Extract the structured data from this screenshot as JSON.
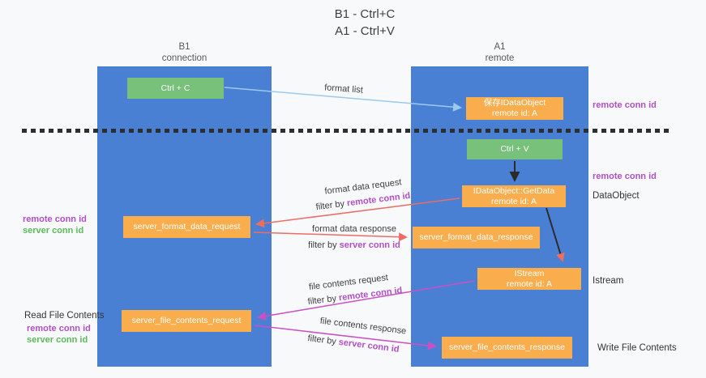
{
  "title": {
    "line1": "B1 - Ctrl+C",
    "line2": "A1 - Ctrl+V"
  },
  "columns": {
    "left": {
      "name": "B1",
      "role": "connection"
    },
    "right": {
      "name": "A1",
      "role": "remote"
    }
  },
  "nodes": {
    "ctrl_c": "Ctrl + C",
    "ctrl_v": "Ctrl + V",
    "save_idataobject_line1": "保存IDataObject",
    "save_idataobject_line2": "remote id: A",
    "getdata_line1": "IDataObject::GetData",
    "getdata_line2": "remote id: A",
    "istream_line1": "IStream",
    "istream_line2": "remote id: A",
    "server_format_data_request": "server_format_data_request",
    "server_format_data_response": "server_format_data_response",
    "server_file_contents_request": "server_file_contents_request",
    "server_file_contents_response": "server_file_contents_response"
  },
  "arrow_labels": {
    "format_list": "format list",
    "format_data_request": "format data request",
    "format_data_response": "format data response",
    "file_contents_request": "file contents request",
    "file_contents_response": "file contents response",
    "filter_prefix": "filter by ",
    "remote_conn_id": "remote conn id",
    "server_conn_id": "server conn id"
  },
  "side_labels": {
    "right_remote_top": "remote conn id",
    "right_remote_mid": "remote conn id",
    "right_dataobject": "DataObject",
    "right_istream": "Istream",
    "right_write_file": "Write File Contents",
    "left_remote_top": "remote conn id",
    "left_server_top": "server conn id",
    "left_read_file": "Read File Contents",
    "left_remote_bottom": "remote conn id",
    "left_server_bottom": "server conn id"
  },
  "colors": {
    "column_blue": "#4a80d4",
    "box_orange": "#f9ad4d",
    "box_green": "#77c17a",
    "arrow_blue": "#9dc9ee",
    "arrow_red": "#ed6d63",
    "arrow_magenta": "#cb4fc5",
    "arrow_black": "#2b2b2b",
    "id_purple": "#b04fc6",
    "id_green": "#5bb95b",
    "background": "#f8f9fb"
  }
}
